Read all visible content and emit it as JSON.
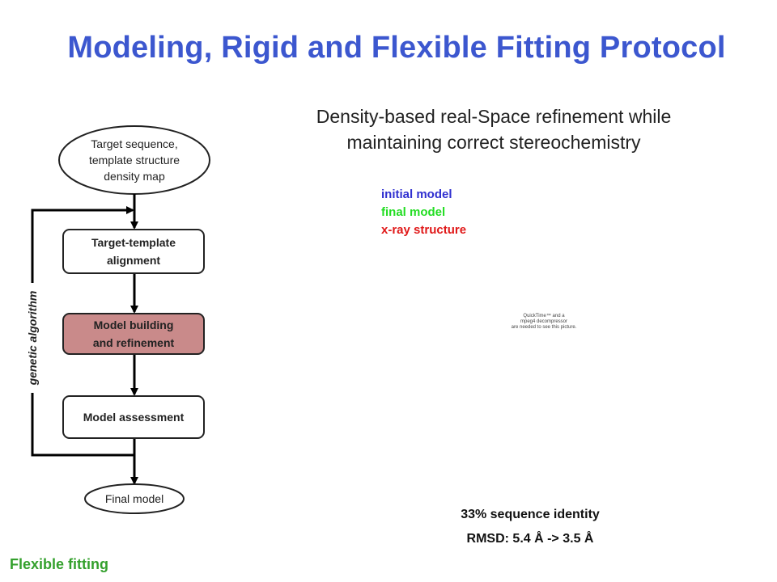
{
  "title": "Modeling, Rigid and Flexible Fitting Protocol",
  "subtitle": [
    "Density-based real-Space refinement while",
    "maintaining correct stereochemistry"
  ],
  "legend": [
    {
      "label": "initial model",
      "color": "#3030d0"
    },
    {
      "label": "final model",
      "color": "#22dd22"
    },
    {
      "label": "x-ray structure",
      "color": "#e01818"
    }
  ],
  "flowchart": {
    "start_node": [
      "Target sequence,",
      "template structure",
      "density map"
    ],
    "step1": [
      "Target-template",
      "alignment"
    ],
    "step2": [
      "Model building",
      "and refinement"
    ],
    "step3": [
      "Model assessment"
    ],
    "end_node": [
      "Final model"
    ],
    "loop_label": "genetic algorithm",
    "highlight_color": "#c98a8a"
  },
  "video_placeholder": [
    "QuickTime™ and a",
    "mpeg4 decompressor",
    "are needed to see this picture."
  ],
  "stats": {
    "identity": "33% sequence identity",
    "rmsd": "RMSD: 5.4 Å -> 3.5 Å"
  },
  "footer": "Flexible fitting"
}
